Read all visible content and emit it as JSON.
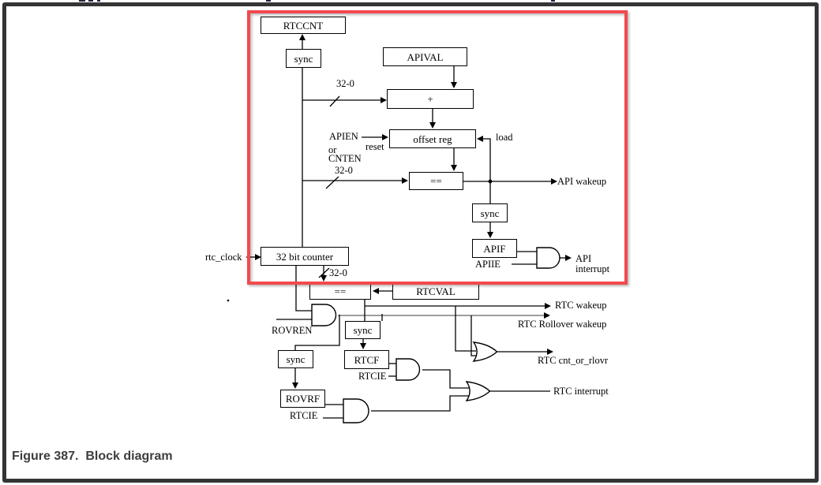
{
  "window": {
    "frame_color": "#343434",
    "background": "#ffffff"
  },
  "figure": {
    "caption": "Figure 387.  Block diagram"
  },
  "highlight": {
    "color": "#f24a4e"
  },
  "blocks": {
    "rtccnt": "RTCCNT",
    "sync_top": "sync",
    "apival": "APIVAL",
    "adder": "+",
    "offset_reg": "offset reg",
    "eq_api": "==",
    "sync_api": "sync",
    "apif": "APIF",
    "counter": "32 bit counter",
    "eq_rtc": "==",
    "rtcval": "RTCVAL",
    "sync_rtcf": "sync",
    "rtcf": "RTCF",
    "sync_rovrf": "sync",
    "rovrf": "ROVRF"
  },
  "signals": {
    "bus_width": "32-0",
    "apien": "APIEN",
    "or_word": "or",
    "cnten": "CNTEN",
    "reset": "reset",
    "load": "load",
    "api_wakeup": "API wakeup",
    "apiie": "APIIE",
    "api_interrupt_line1": "API",
    "api_interrupt_line2": "interrupt",
    "rtc_clock": "rtc_clock",
    "rovren": "ROVREN",
    "rtc_wakeup": "RTC wakeup",
    "rtc_rollover_wakeup": "RTC Rollover wakeup",
    "rtc_cnt_or_rlovr": "RTC cnt_or_rlovr",
    "rtc_interrupt": "RTC interrupt",
    "rtcie": "RTCIE"
  }
}
